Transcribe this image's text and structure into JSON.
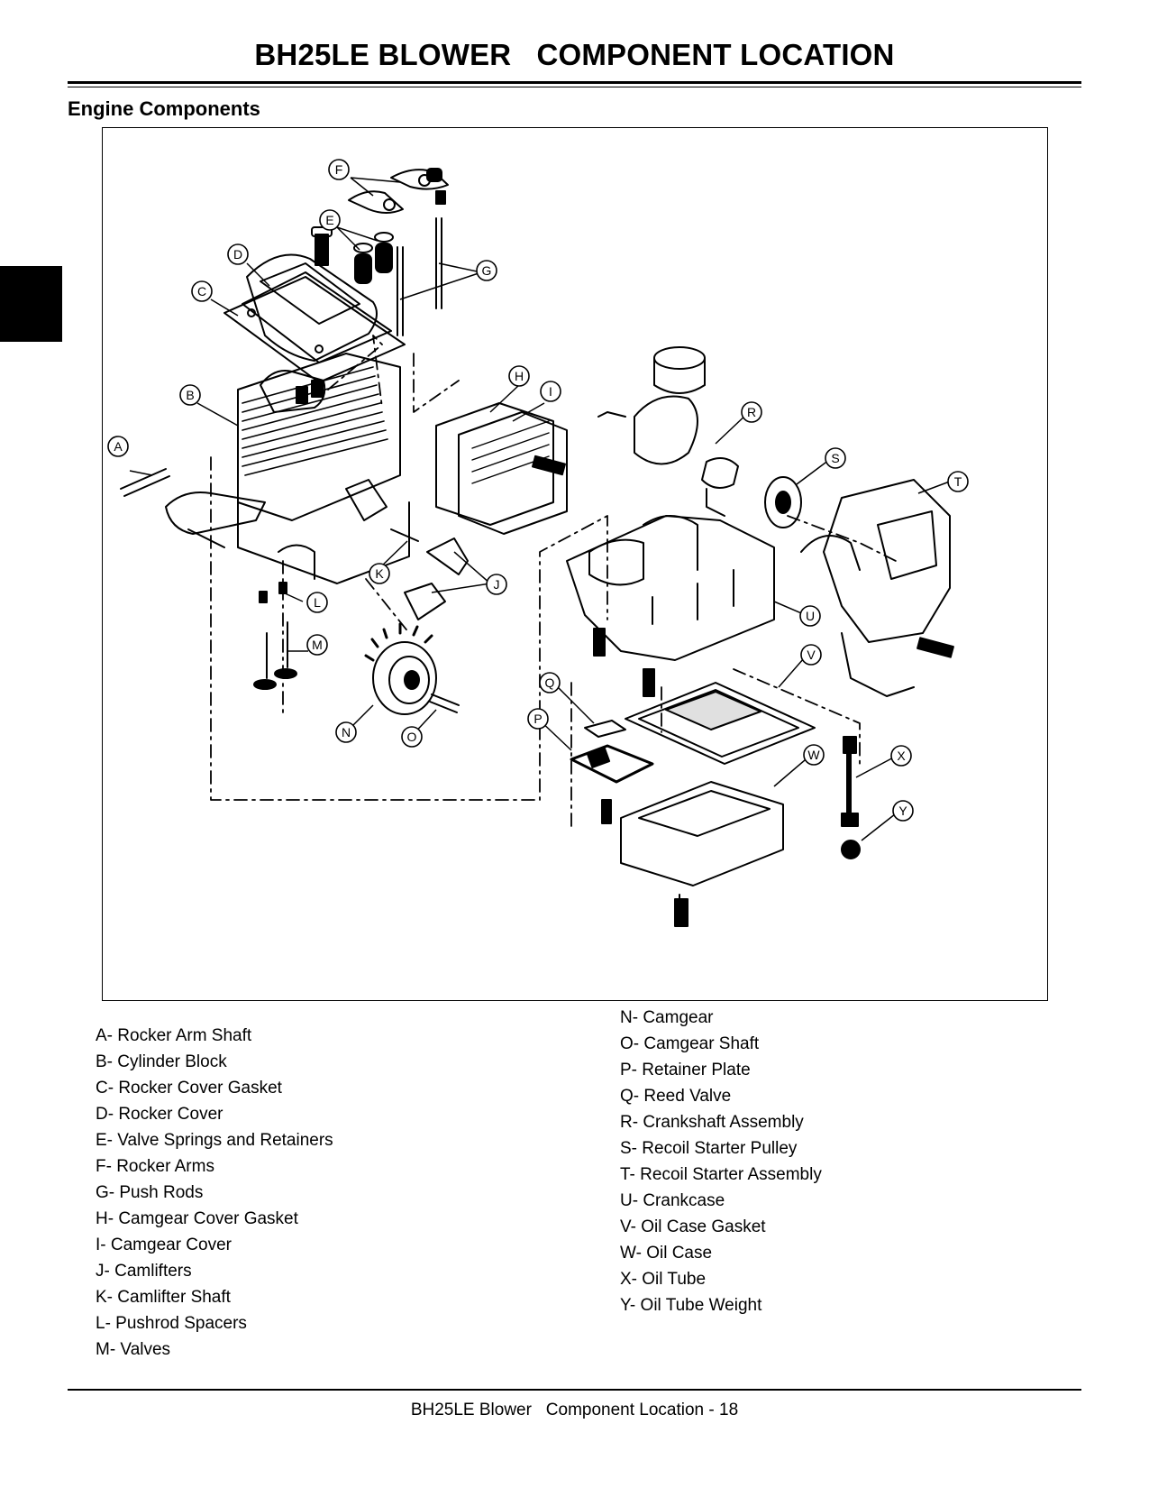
{
  "header": {
    "title": "BH25LE BLOWER   COMPONENT LOCATION"
  },
  "section": {
    "heading": "Engine Components"
  },
  "diagram": {
    "callouts": [
      "A",
      "B",
      "C",
      "D",
      "E",
      "F",
      "G",
      "H",
      "I",
      "J",
      "K",
      "L",
      "M",
      "N",
      "O",
      "P",
      "Q",
      "R",
      "S",
      "T",
      "U",
      "V",
      "W",
      "X",
      "Y"
    ]
  },
  "legend": {
    "left": [
      "A- Rocker Arm Shaft",
      "B- Cylinder Block",
      "C- Rocker Cover Gasket",
      "D- Rocker Cover",
      "E- Valve Springs and Retainers",
      "F- Rocker Arms",
      "G- Push Rods",
      "H- Camgear Cover Gasket",
      "I- Camgear Cover",
      "J- Camlifters",
      "K- Camlifter Shaft",
      "L- Pushrod Spacers",
      "M- Valves"
    ],
    "right": [
      "N- Camgear",
      "O- Camgear Shaft",
      "P- Retainer Plate",
      "Q- Reed Valve",
      "R- Crankshaft Assembly",
      "S- Recoil Starter Pulley",
      "T- Recoil Starter Assembly",
      "U- Crankcase",
      "V- Oil Case Gasket",
      "W- Oil Case",
      "X- Oil Tube",
      "Y- Oil Tube Weight"
    ]
  },
  "footer": {
    "text": "BH25LE Blower   Component Location - 18"
  }
}
